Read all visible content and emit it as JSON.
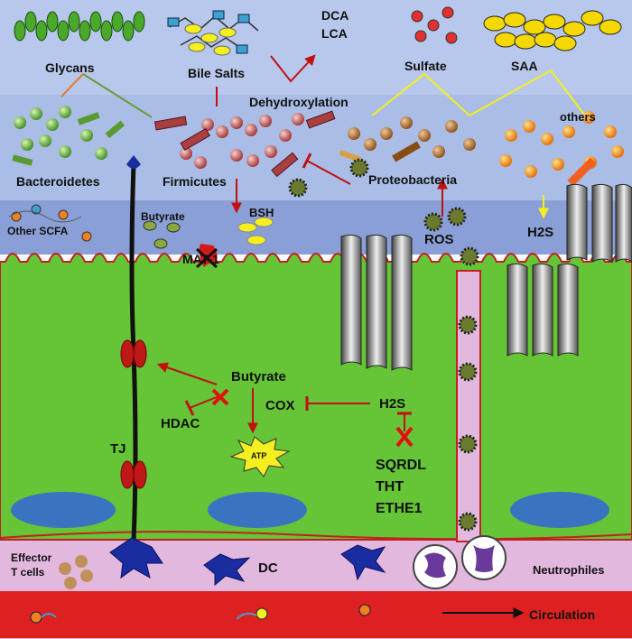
{
  "labels": {
    "glycans": "Glycans",
    "bile_salts": "Bile Salts",
    "dca": "DCA",
    "lca": "LCA",
    "dehydroxylation": "Dehydroxylation",
    "sulfate": "Sulfate",
    "saa": "SAA",
    "others": "others",
    "bacteroidetes": "Bacteroidetes",
    "firmicutes": "Firmicutes",
    "proteobacteria": "Proteobacteria",
    "other_scfa": "Other SCFA",
    "butyrate_lumen": "Butyrate",
    "bsh": "BSH",
    "mat1": "MAT-1",
    "ros": "ROS",
    "h2s_lumen": "H2S",
    "butyrate_cell": "Butyrate",
    "hdac": "HDAC",
    "cox": "COX",
    "h2s_cell": "H2S",
    "atp": "ATP",
    "tj": "TJ",
    "sqrdl": "SQRDL",
    "tht": "THT",
    "ethe1": "ETHE1",
    "effector_t_cells_1": "Effector",
    "effector_t_cells_2": "T cells",
    "dc": "DC",
    "neutrophiles": "Neutrophiles",
    "circulation": "Circulation"
  },
  "colors": {
    "sky": "#b8c8ec",
    "lumen": "#a9bde6",
    "mucus": "#8a9fd6",
    "epithelium": "#66c437",
    "lamina": "#e3b8df",
    "vessel": "#dd2020",
    "arrow": "#c01010",
    "yellow": "#f5ef20",
    "nucleus": "#3a74c0",
    "dc": "#1a2da0"
  }
}
